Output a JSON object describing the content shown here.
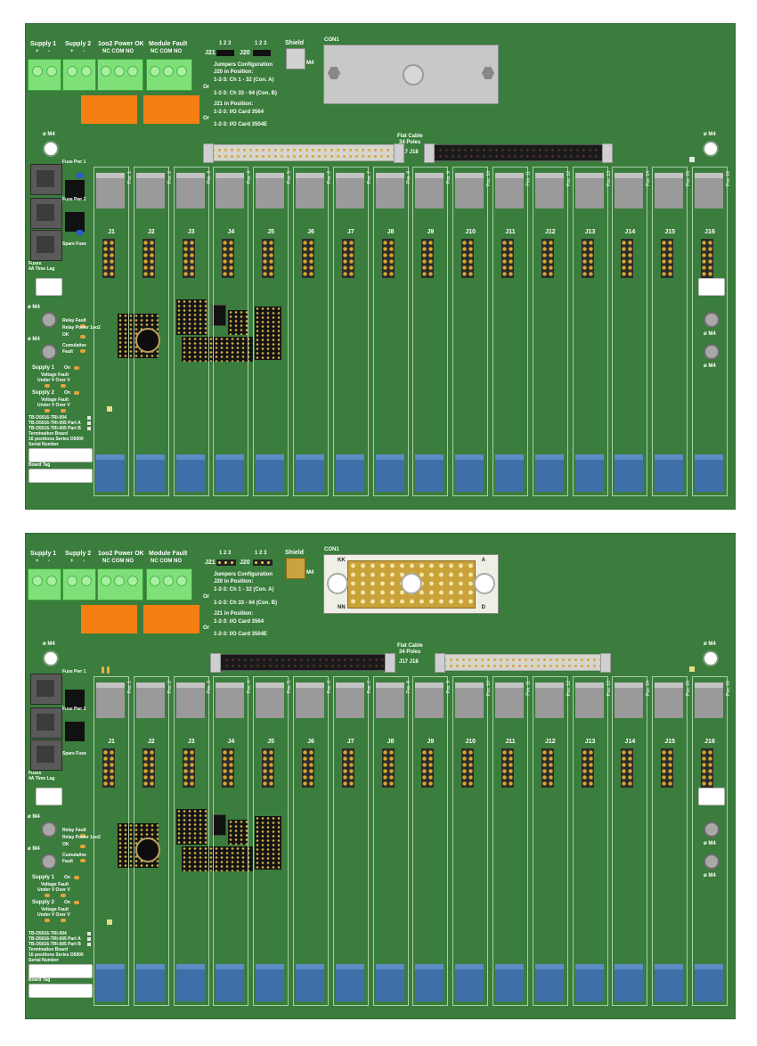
{
  "boards": [
    {
      "id": "top",
      "terminals": {
        "supply1": "Supply 1",
        "supply2": "Supply 2",
        "plus": "+",
        "minus": "-",
        "power_ok": "1oo2 Power OK",
        "module_fault": "Module Fault",
        "nc_com_no": "NC COM NO"
      },
      "jumpers": {
        "j21": "J21",
        "j20": "J20",
        "pins_123": "1 2 3",
        "shield": "Shield",
        "m4": "M4",
        "config_title": "Jumpers Configuration",
        "j20_pos": "J20 in Position:",
        "or": "Or",
        "ch1": "1-2-3: Ch 1 - 32 (Con. A)",
        "ch2": "1-2-3: Ch 33 - 64 (Con. B)",
        "j21_pos": "J21 in Position:",
        "io1": "1-2-3: I/O Card 3564",
        "io2": "1-2-3: I/O Card 3504E"
      },
      "con1": "CON1",
      "flat_cable": {
        "line1": "Flat Cable",
        "line2": "34 Poles",
        "line3": "J17 J18"
      },
      "mount": "ø M4",
      "fuses": {
        "pwr1": "Fuse Pwr 1",
        "pwr2": "Fuse Pwr 2",
        "spare": "Spare Fuse",
        "rating1": "Fuses",
        "rating2": "4A Time Lag"
      },
      "status": {
        "relay_fault": "Relay Fault",
        "relay_power": "Relay Power 1oo2",
        "ok": "OK",
        "cumulative": "Cumulative",
        "fault": "Fault",
        "supply1": "Supply 1",
        "supply2": "Supply 2",
        "on": "On",
        "voltage_fault": "Voltage Fault",
        "under_over": "Under V  Over V"
      },
      "info": {
        "line1": "TB-D5016-TRI-004",
        "line2": "TB-D5016-TRI-005 Part A",
        "line3": "TB-D5016-TRI-005 Part B",
        "line4": "Termination Board",
        "line5": "16 positions Series D5000",
        "serial": "Serial Number",
        "tag": "Board Tag"
      },
      "slots": [
        {
          "pos": "Pos. 1",
          "j": "J1"
        },
        {
          "pos": "Pos. 2",
          "j": "J2"
        },
        {
          "pos": "Pos. 3",
          "j": "J3"
        },
        {
          "pos": "Pos. 4",
          "j": "J4"
        },
        {
          "pos": "Pos. 5",
          "j": "J5"
        },
        {
          "pos": "Pos. 6",
          "j": "J6"
        },
        {
          "pos": "Pos. 7",
          "j": "J7"
        },
        {
          "pos": "Pos. 8",
          "j": "J8"
        },
        {
          "pos": "Pos. 9",
          "j": "J9"
        },
        {
          "pos": "Pos. 10",
          "j": "J10"
        },
        {
          "pos": "Pos. 11",
          "j": "J11"
        },
        {
          "pos": "Pos. 12",
          "j": "J12"
        },
        {
          "pos": "Pos. 13",
          "j": "J13"
        },
        {
          "pos": "Pos. 14",
          "j": "J14"
        },
        {
          "pos": "Pos. 15",
          "j": "J15"
        },
        {
          "pos": "Pos. 16",
          "j": "J16"
        }
      ]
    },
    {
      "id": "bottom",
      "terminals": {
        "supply1": "Supply 1",
        "supply2": "Supply 2",
        "plus": "+",
        "minus": "-",
        "power_ok": "1oo2 Power OK",
        "module_fault": "Module Fault",
        "nc_com_no": "NC COM NO"
      },
      "jumpers": {
        "j21": "J21",
        "j20": "J20",
        "pins_123": "1 2 3",
        "shield": "Shield",
        "m4": "M4",
        "config_title": "Jumpers Configuration",
        "j20_pos": "J20 in Position:",
        "or": "Or",
        "ch1": "1-2-3: Ch 1 - 32 (Con. A)",
        "ch2": "1-2-3: Ch 33 - 64 (Con. B)",
        "j21_pos": "J21 in Position:",
        "io1": "1-2-3: I/O Card 3564",
        "io2": "1-2-3: I/O Card 3504E"
      },
      "con1": "CON1",
      "con1_corners": {
        "kk": "KK",
        "a": "A",
        "nn": "NN",
        "d": "D"
      },
      "flat_cable": {
        "line1": "Flat Cable",
        "line2": "34 Poles",
        "line3": "J17 J18"
      },
      "mount": "ø M4",
      "fuses": {
        "pwr1": "Fuse Pwr 1",
        "pwr2": "Fuse Pwr 2",
        "spare": "Spare Fuse",
        "rating1": "Fuses",
        "rating2": "4A Time Lag"
      },
      "status": {
        "relay_fault": "Relay Fault",
        "relay_power": "Relay Power 1oo2",
        "ok": "OK",
        "cumulative": "Cumulative",
        "fault": "Fault",
        "supply1": "Supply 1",
        "supply2": "Supply 2",
        "on": "On",
        "voltage_fault": "Voltage Fault",
        "under_over": "Under V  Over V"
      },
      "info": {
        "line1": "TB-D5016-TRI-004",
        "line2": "TB-D5016-TRI-005 Part A",
        "line3": "TB-D5016-TRI-005 Part B",
        "line4": "Termination Board",
        "line5": "16 positions Series D5000",
        "serial": "Serial Number",
        "tag": "Board Tag"
      },
      "slots": [
        {
          "pos": "Pos. 1",
          "j": "J1"
        },
        {
          "pos": "Pos. 2",
          "j": "J2"
        },
        {
          "pos": "Pos. 3",
          "j": "J3"
        },
        {
          "pos": "Pos. 4",
          "j": "J4"
        },
        {
          "pos": "Pos. 5",
          "j": "J5"
        },
        {
          "pos": "Pos. 6",
          "j": "J6"
        },
        {
          "pos": "Pos. 7",
          "j": "J7"
        },
        {
          "pos": "Pos. 8",
          "j": "J8"
        },
        {
          "pos": "Pos. 9",
          "j": "J9"
        },
        {
          "pos": "Pos. 10",
          "j": "J10"
        },
        {
          "pos": "Pos. 11",
          "j": "J11"
        },
        {
          "pos": "Pos. 12",
          "j": "J12"
        },
        {
          "pos": "Pos. 13",
          "j": "J13"
        },
        {
          "pos": "Pos. 14",
          "j": "J14"
        },
        {
          "pos": "Pos. 15",
          "j": "J15"
        },
        {
          "pos": "Pos. 16",
          "j": "J16"
        }
      ]
    }
  ],
  "colors": {
    "pcb_green": "#3a7d3c",
    "terminal_green": "#7fe07a",
    "relay_orange": "#f57f12",
    "module_grey": "#9a9a9a",
    "module_blue": "#3f6fa8",
    "pin_gold": "#d6a630"
  }
}
